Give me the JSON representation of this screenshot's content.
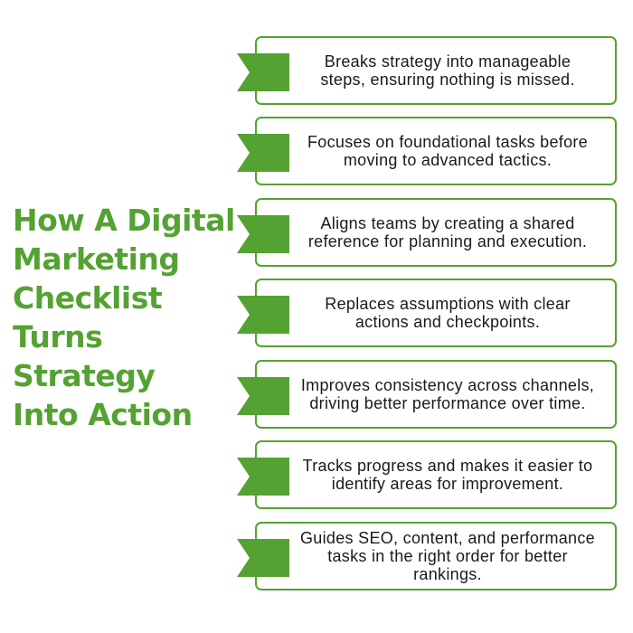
{
  "title": {
    "lines": [
      "How A Digital",
      "Marketing",
      "Checklist",
      "Turns",
      "Strategy",
      "Into Action"
    ]
  },
  "colors": {
    "accent": "#54a232",
    "ribbon_dark": "#3f8a24",
    "text": "#1a1a1a"
  },
  "items": [
    {
      "text": "Breaks strategy into manageable steps, ensuring nothing is missed."
    },
    {
      "text": "Focuses on foundational tasks before moving to advanced tactics."
    },
    {
      "text": "Aligns teams by creating a shared reference for planning and execution."
    },
    {
      "text": "Replaces assumptions with clear actions and checkpoints."
    },
    {
      "text": "Improves consistency across channels, driving better performance over time."
    },
    {
      "text": "Tracks progress and makes it easier to identify areas for improvement."
    },
    {
      "text": "Guides SEO, content, and performance tasks in the right order for better rankings."
    }
  ]
}
